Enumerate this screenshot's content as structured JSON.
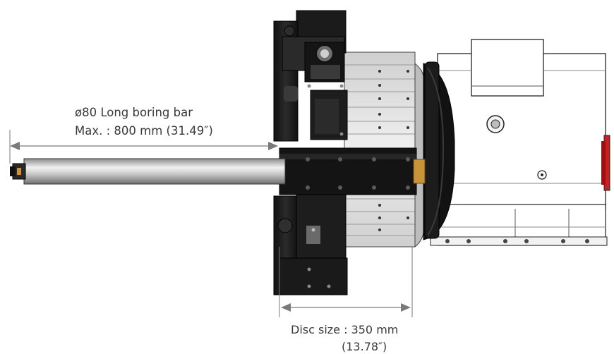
{
  "labels": {
    "boring_bar_title": "ø80 Long boring bar",
    "boring_bar_max": "Max. : 800 mm (31.49″)",
    "disc_size": "Disc size : 350 mm",
    "disc_size_inch": "(13.78″)"
  },
  "colors": {
    "dimension_line": "#7a7a7a",
    "outline": "#1a1a1a",
    "black_part": "#161616",
    "aluminum": "#e4e4e4",
    "bar_highlight": "#f2f2f2",
    "brass": "#c8943a",
    "red_cap": "#c82020",
    "white_housing": "#ffffff"
  },
  "icons": [
    "dimension-arrow-icon",
    "screw-head-icon"
  ]
}
